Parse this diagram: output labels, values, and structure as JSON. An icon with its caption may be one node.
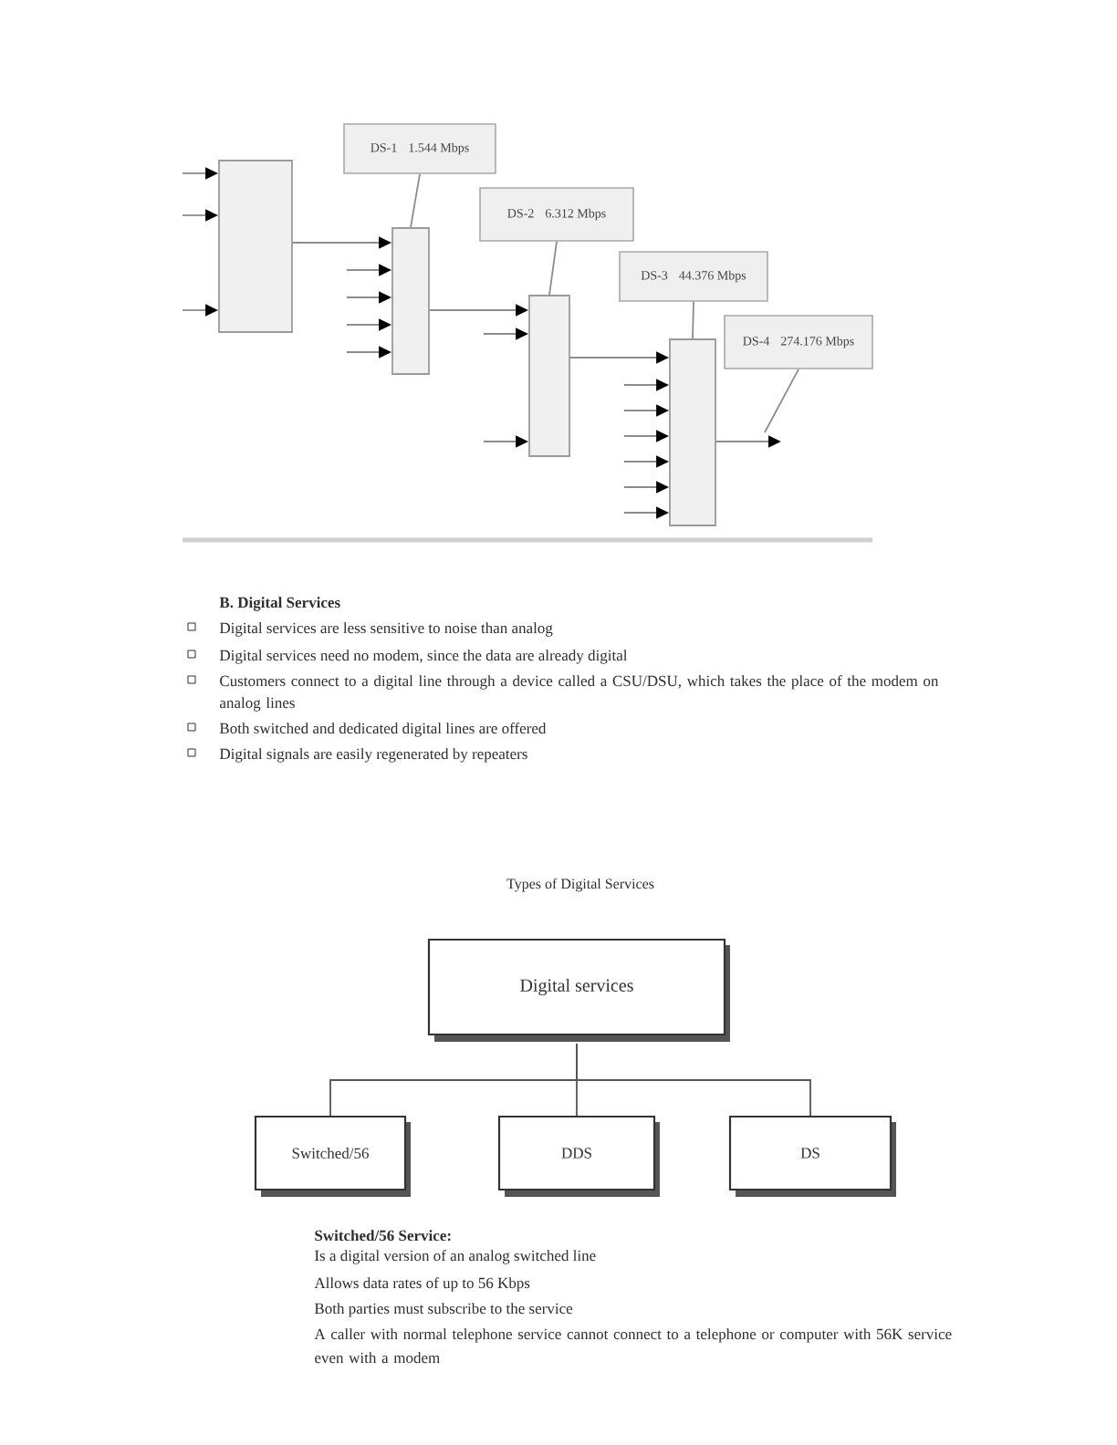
{
  "diagram": {
    "nodes": [
      {
        "text": [],
        "shape": "box"
      },
      {
        "text": [],
        "shape": "box"
      },
      {
        "text": [],
        "shape": "box"
      },
      {
        "text": [],
        "shape": "box"
      },
      {
        "text": [
          "DS-1",
          "1.544 Mbps"
        ]
      },
      {
        "text": [
          "DS-2",
          "6.312 Mbps"
        ]
      },
      {
        "text": [
          "DS-3",
          "44.376 Mbps"
        ]
      },
      {
        "text": [
          "DS-4",
          "274.176 Mbps"
        ]
      },
      {
        "text": [
          "Digital services"
        ]
      },
      {
        "text": [
          "Switched/56"
        ]
      },
      {
        "text": [
          "DDS"
        ]
      },
      {
        "text": [
          "DS"
        ]
      }
    ],
    "edges": [
      {
        "from": 0,
        "to": 1,
        "arrow": "to"
      },
      {
        "from": 1,
        "to": 2,
        "arrow": "to"
      },
      {
        "from": 2,
        "to": 3,
        "arrow": "to"
      },
      {
        "from": 3,
        "to": null,
        "arrow": "to"
      },
      {
        "from": null,
        "to": 0,
        "arrow": "to"
      },
      {
        "from": null,
        "to": 0,
        "arrow": "to"
      },
      {
        "from": null,
        "to": 0,
        "arrow": "to"
      },
      {
        "from": null,
        "to": 1,
        "arrow": "to"
      },
      {
        "from": null,
        "to": 1,
        "arrow": "to"
      },
      {
        "from": null,
        "to": 1,
        "arrow": "to"
      },
      {
        "from": null,
        "to": 1,
        "arrow": "to"
      },
      {
        "from": null,
        "to": 2,
        "arrow": "to"
      },
      {
        "from": null,
        "to": 2,
        "arrow": "to"
      },
      {
        "from": null,
        "to": 3,
        "arrow": "to"
      },
      {
        "from": null,
        "to": 3,
        "arrow": "to"
      },
      {
        "from": null,
        "to": 3,
        "arrow": "to"
      },
      {
        "from": null,
        "to": 3,
        "arrow": "to"
      },
      {
        "from": null,
        "to": 3,
        "arrow": "to"
      },
      {
        "from": null,
        "to": 3,
        "arrow": "to"
      },
      {
        "from": 4,
        "to": 1,
        "arrow": "none"
      },
      {
        "from": 5,
        "to": 2,
        "arrow": "none"
      },
      {
        "from": 6,
        "to": 3,
        "arrow": "none"
      },
      {
        "from": 7,
        "to": null,
        "arrow": "none"
      },
      {
        "from": 8,
        "to": 9,
        "arrow": "none"
      },
      {
        "from": 8,
        "to": 10,
        "arrow": "none"
      },
      {
        "from": 8,
        "to": 11,
        "arrow": "none"
      }
    ],
    "labels": [
      "B. Digital Services",
      "Digital services are less sensitive to noise than analog",
      "Digital services need no modem, since the data are already digital",
      "Customers connect to a digital line through a device called a CSU/DSU, which takes the place of the modem on analog lines",
      "Both switched and dedicated digital lines are offered",
      "Digital signals are easily regenerated by repeaters",
      "Types of Digital Services",
      "Switched/56 Service:",
      "Is a digital version of an analog switched line",
      "Allows data rates of up to 56 Kbps",
      "Both parties must subscribe to the service",
      "A caller with normal telephone service cannot connect to a telephone or computer with 56K service even with a modem"
    ]
  }
}
